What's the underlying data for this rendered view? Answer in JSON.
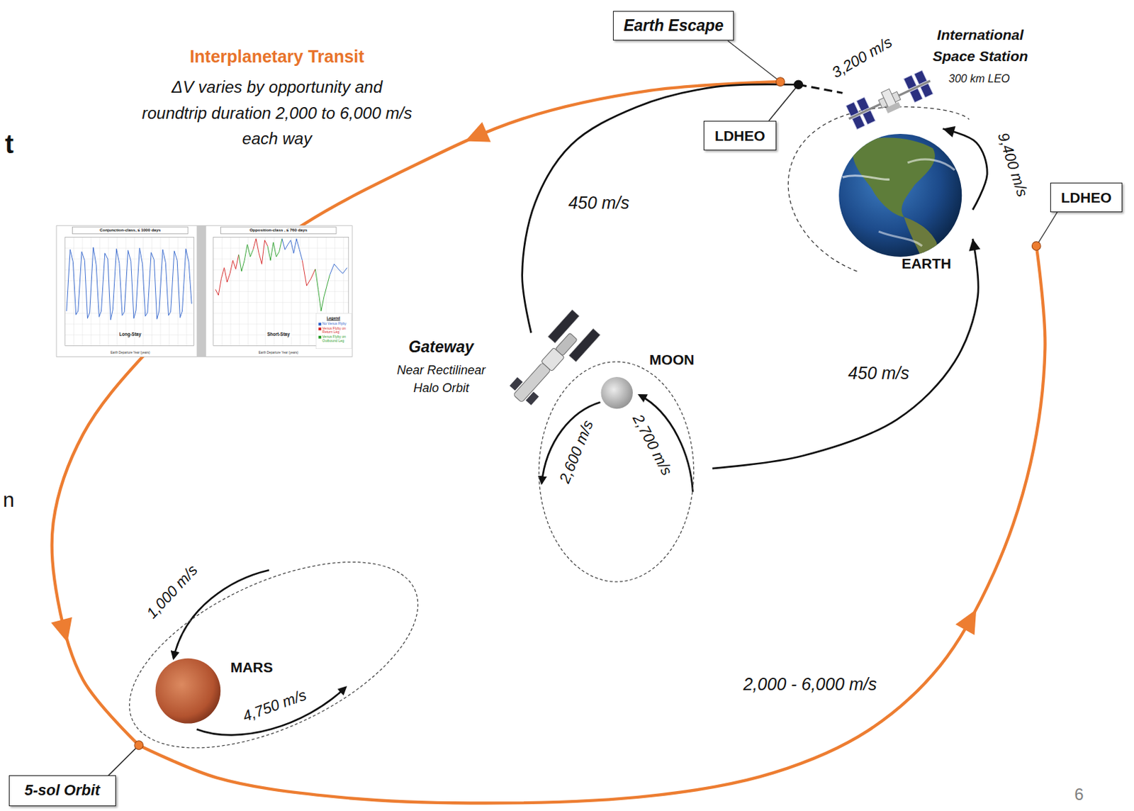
{
  "diagram": {
    "nodes": [
      {
        "text": [
          "Earth Escape"
        ]
      },
      {
        "text": [
          "International Space Station",
          "300 km LEO"
        ]
      },
      {
        "text": [
          "LDHEO"
        ]
      },
      {
        "text": [
          "LDHEO"
        ]
      },
      {
        "text": [
          "EARTH"
        ]
      },
      {
        "text": [
          "Gateway",
          "Near Rectilinear Halo Orbit"
        ]
      },
      {
        "text": [
          "MOON"
        ]
      },
      {
        "text": [
          "MARS"
        ]
      },
      {
        "text": [
          "5-sol Orbit"
        ]
      }
    ],
    "edges": [
      {
        "from": 0,
        "to": 8,
        "arrow": "to"
      },
      {
        "from": 8,
        "to": 3,
        "arrow": "to",
        "label": "2,000 - 6,000 m/s"
      },
      {
        "from": 4,
        "to": 1,
        "arrow": "to",
        "label": "9,400 m/s"
      },
      {
        "from": 2,
        "to": 1,
        "arrow": "none",
        "label": "3,200 m/s"
      },
      {
        "from": 5,
        "to": 2,
        "arrow": "none",
        "label": "450 m/s"
      },
      {
        "from": 6,
        "to": 4,
        "arrow": "to",
        "label": "450 m/s"
      }
    ],
    "labels": [
      "t",
      "Interplanetary Transit",
      "ΔV varies by opportunity and roundtrip duration 2,000 to 6,000 m/s each way",
      "Conjunction-class, ≤ 1000 days",
      "Opposition-class , ≤ 760 days",
      "Long-Stay",
      "Short-Stay",
      "Legend",
      "Earth Departure Year (years)",
      "Earth Departure Year (years)",
      "n",
      "2,600 m/s",
      "2,700 m/s",
      "1,000 m/s",
      "4,750 m/s",
      "6"
    ],
    "legend": [
      {
        "text": "No Venus Flyby",
        "color": "#3366cc"
      },
      {
        "text": "Venus Flyby on Return Leg",
        "color": "#d62728"
      },
      {
        "text": "Venus Flyby on Outbound Leg",
        "color": "#2ca02c"
      }
    ]
  }
}
